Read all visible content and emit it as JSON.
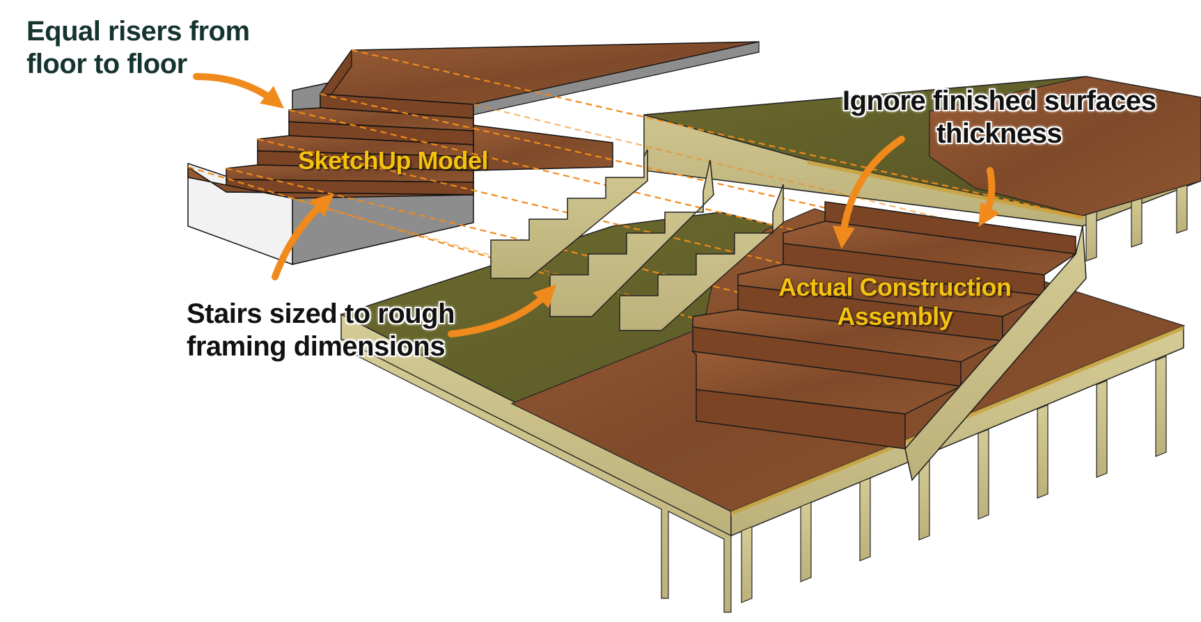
{
  "labels": {
    "equal_risers": [
      "Equal risers from",
      "floor to floor"
    ],
    "sketchup_model": "SketchUp Model",
    "ignore_finished": [
      "Ignore finished surfaces",
      "thickness"
    ],
    "actual_construction": [
      "Actual Construction",
      "Assembly"
    ],
    "stairs_sized": [
      "Stairs sized to rough",
      "framing dimensions"
    ]
  },
  "colors": {
    "hardwood": "#8a5230",
    "stair_tread": "#8d5533",
    "subfloor": "#5f5b26",
    "framing_lumber": "#cbc08a",
    "gray_block": "#8a8a8a",
    "arrow_orange": "#f08a1c",
    "label_gold": "#f4c20f"
  }
}
